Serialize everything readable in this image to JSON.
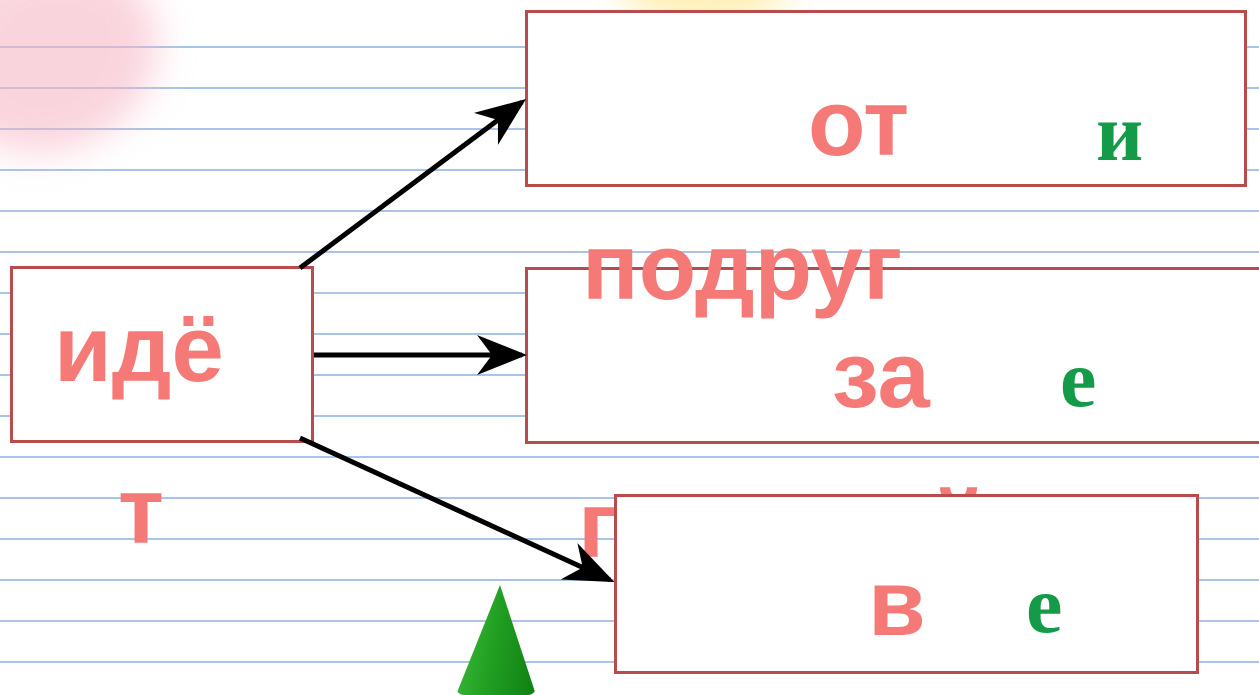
{
  "source": {
    "line1": "идё",
    "line2": "т"
  },
  "targets": [
    {
      "preposition": "от",
      "letter": "и",
      "word_fragment": "подруг"
    },
    {
      "preposition": "за",
      "letter": "е",
      "word_fragment": "горниц  й"
    },
    {
      "preposition": "в",
      "letter": "е"
    }
  ],
  "colors": {
    "word": "#f57a77",
    "letter": "#139b4a",
    "box_border": "#b84b4b",
    "arrow": "#000000",
    "ruled_line": "#a9c4ea"
  }
}
